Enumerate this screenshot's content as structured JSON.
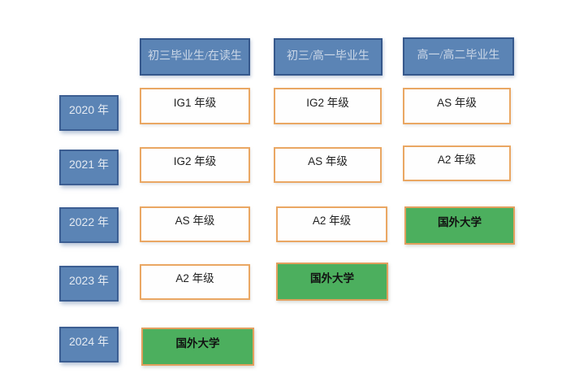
{
  "diagram": {
    "columns": [
      {
        "label": "初三毕业生/在读生"
      },
      {
        "label": "初三/高一毕业生"
      },
      {
        "label": "高一/高二毕业生"
      }
    ],
    "years": [
      {
        "label": "2020 年"
      },
      {
        "label": "2021 年"
      },
      {
        "label": "2022 年"
      },
      {
        "label": "2023 年"
      },
      {
        "label": "2024 年"
      }
    ],
    "rows": [
      {
        "cells": [
          {
            "label": "IG1 年级",
            "type": "grade"
          },
          {
            "label": "IG2 年级",
            "type": "grade"
          },
          {
            "label": "AS 年级",
            "type": "grade"
          }
        ]
      },
      {
        "cells": [
          {
            "label": "IG2 年级",
            "type": "grade"
          },
          {
            "label": "AS 年级",
            "type": "grade"
          },
          {
            "label": "A2 年级",
            "type": "grade"
          }
        ]
      },
      {
        "cells": [
          {
            "label": "AS 年级",
            "type": "grade"
          },
          {
            "label": "A2 年级",
            "type": "grade"
          },
          {
            "label": "国外大学",
            "type": "university"
          }
        ]
      },
      {
        "cells": [
          {
            "label": "A2 年级",
            "type": "grade"
          },
          {
            "label": "国外大学",
            "type": "university"
          },
          null
        ]
      },
      {
        "cells": [
          {
            "label": "国外大学",
            "type": "university"
          },
          null,
          null
        ]
      }
    ],
    "colors": {
      "blue_fill": "#5b84b5",
      "blue_border": "#3c5e92",
      "orange_border": "#eaa763",
      "green_fill": "#4caf5e",
      "grade_text": "#222222",
      "blue_box_text": "#e4eaf2",
      "background": "#ffffff"
    }
  }
}
